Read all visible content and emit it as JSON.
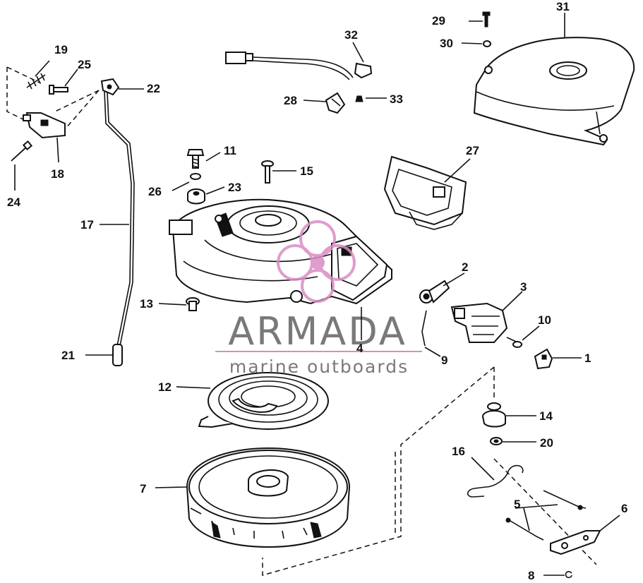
{
  "watermark": {
    "brand": "ARMADA",
    "tagline": "marine outboards",
    "brand_color": "#6b6b6b",
    "accent_color": "#d98cc4"
  },
  "callouts": [
    "1",
    "2",
    "3",
    "4",
    "5",
    "6",
    "7",
    "8",
    "9",
    "10",
    "11",
    "12",
    "13",
    "14",
    "15",
    "16",
    "17",
    "18",
    "19",
    "20",
    "21",
    "22",
    "23",
    "24",
    "25",
    "26",
    "27",
    "28",
    "29",
    "30",
    "31",
    "32",
    "33"
  ]
}
